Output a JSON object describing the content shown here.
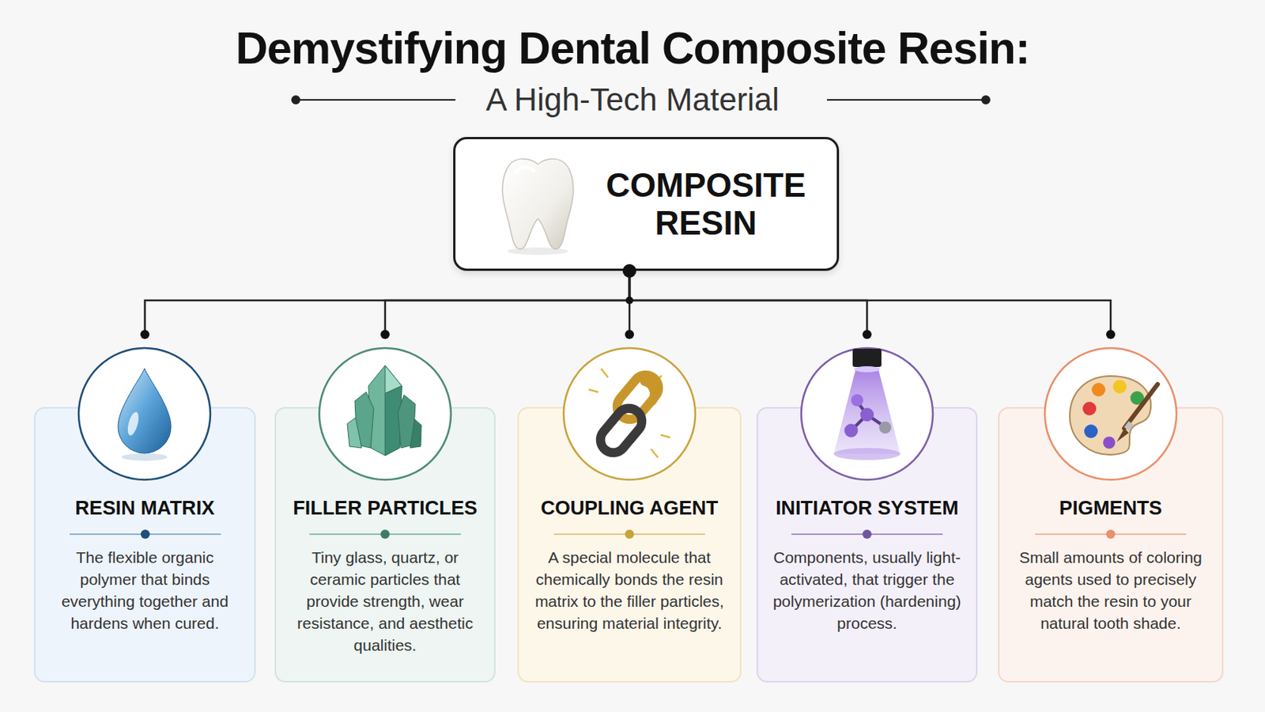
{
  "diagram": {
    "title": "Demystifying Dental Composite Resin:",
    "nodes": [
      {
        "text": [
          "COMPOSITE RESIN"
        ]
      },
      {
        "text": [
          "RESIN MATRIX",
          "The flexible organic polymer that binds everything together and hardens when cured."
        ]
      },
      {
        "text": [
          "FILLER PARTICLES",
          "Tiny glass, quartz, or ceramic particles that provide strength, wear resistance, and aesthetic qualities."
        ]
      },
      {
        "text": [
          "COUPLING AGENT",
          "A special molecule that chemically bonds the resin matrix to the filler particles, ensuring material integrity."
        ]
      },
      {
        "text": [
          "INITIATOR SYSTEM",
          "Components, usually light-activated, that trigger the polymerization (hardening) process."
        ]
      },
      {
        "text": [
          "PIGMENTS",
          "Small amounts of coloring agents used to precisely match the resin to your natural tooth shade."
        ]
      }
    ],
    "edges": [
      {
        "from": 0,
        "to": 1,
        "arrow": "none"
      },
      {
        "from": 0,
        "to": 2,
        "arrow": "none"
      },
      {
        "from": 0,
        "to": 3,
        "arrow": "none"
      },
      {
        "from": 0,
        "to": 4,
        "arrow": "none"
      },
      {
        "from": 0,
        "to": 5,
        "arrow": "none"
      }
    ],
    "labels": [
      "A High-Tech Material"
    ]
  }
}
